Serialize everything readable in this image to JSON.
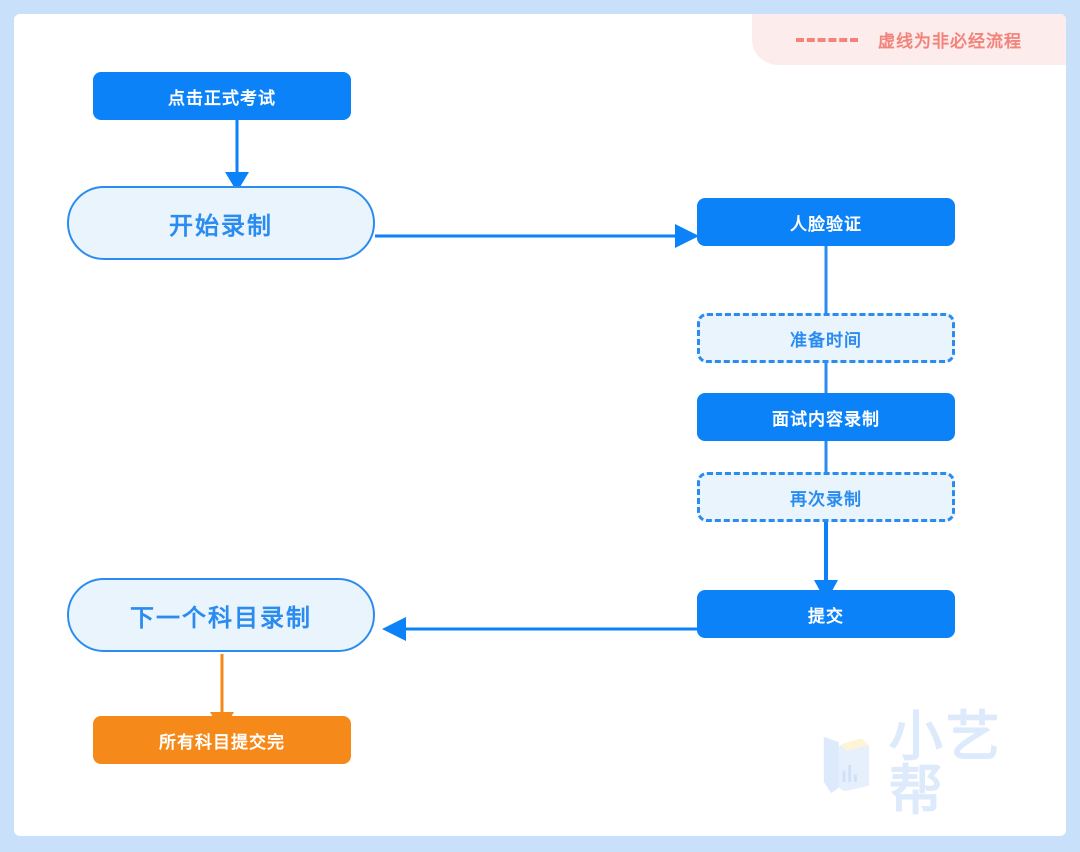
{
  "legend": {
    "dash_label": "dashed-line-sample",
    "text": "虚线为非必经流程",
    "color": "#f2847c",
    "background": "#fceceb"
  },
  "colors": {
    "frame": "#c9e0fa",
    "card": "#ffffff",
    "primary_blue": "#0b82f7",
    "border_blue": "#2b8cf0",
    "light_blue_fill": "#eaf4fd",
    "orange": "#f5891a",
    "watermark": "#dceafb"
  },
  "flow": {
    "nodes": [
      {
        "id": "click-exam",
        "label": "点击正式考试",
        "style": "solid-blue"
      },
      {
        "id": "start-recording",
        "label": "开始录制",
        "style": "pill"
      },
      {
        "id": "face-verify",
        "label": "人脸验证",
        "style": "solid-blue"
      },
      {
        "id": "prep-time",
        "label": "准备时间",
        "style": "dashed"
      },
      {
        "id": "interview-record",
        "label": "面试内容录制",
        "style": "solid-blue"
      },
      {
        "id": "record-again",
        "label": "再次录制",
        "style": "dashed"
      },
      {
        "id": "submit",
        "label": "提交",
        "style": "solid-blue"
      },
      {
        "id": "next-subject",
        "label": "下一个科目录制",
        "style": "pill"
      },
      {
        "id": "all-submitted",
        "label": "所有科目提交完",
        "style": "solid-orange"
      }
    ],
    "edges": [
      {
        "from": "click-exam",
        "to": "start-recording",
        "direction": "down",
        "color": "#0b82f7",
        "arrow": true
      },
      {
        "from": "start-recording",
        "to": "face-verify",
        "direction": "right",
        "color": "#0b82f7",
        "arrow": true
      },
      {
        "from": "face-verify",
        "to": "prep-time",
        "direction": "down",
        "color": "#2b8cf0",
        "arrow": false
      },
      {
        "from": "prep-time",
        "to": "interview-record",
        "direction": "down",
        "color": "#2b8cf0",
        "arrow": false
      },
      {
        "from": "interview-record",
        "to": "record-again",
        "direction": "down",
        "color": "#2b8cf0",
        "arrow": false
      },
      {
        "from": "record-again",
        "to": "submit",
        "direction": "down",
        "color": "#0b82f7",
        "arrow": true
      },
      {
        "from": "submit",
        "to": "next-subject",
        "direction": "left",
        "color": "#0b82f7",
        "arrow": true
      },
      {
        "from": "next-subject",
        "to": "all-submitted",
        "direction": "down",
        "color": "#f5891a",
        "arrow": true
      }
    ]
  },
  "watermark": {
    "logo": "xiaoyibang-logo-icon",
    "text": "小艺帮"
  }
}
